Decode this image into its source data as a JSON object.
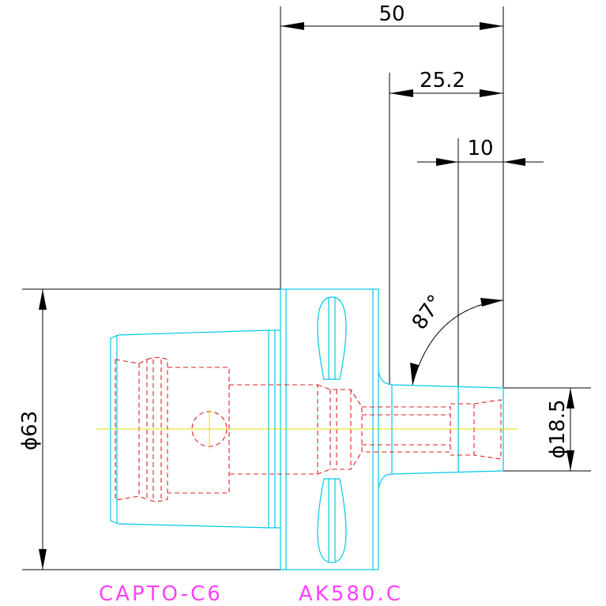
{
  "dimensions": {
    "overall_length": "50",
    "length_25": "25.2",
    "length_10": "10",
    "angle": "87°",
    "diameter_flange": "ϕ63",
    "diameter_shank": "ϕ18.5"
  },
  "labels": {
    "left": "CAPTO-C6",
    "right": "AK580.C"
  },
  "colors": {
    "dimension": "#000000",
    "body_outline": "#00c8e8",
    "hidden_lines": "#e02020",
    "centerline": "#e0e000",
    "label_text": "#ff40ff"
  }
}
